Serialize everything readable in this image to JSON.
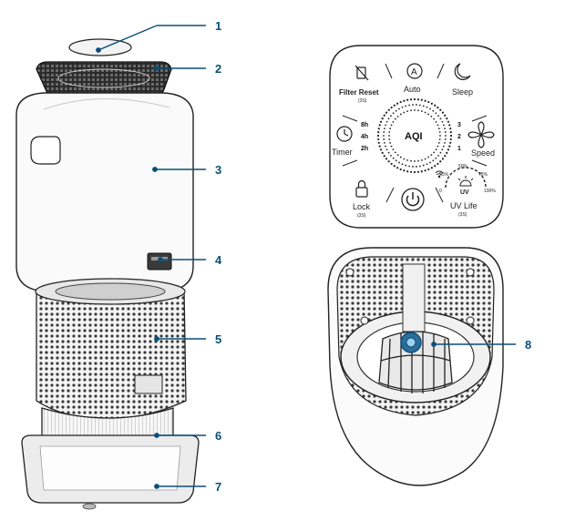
{
  "callouts": [
    "1",
    "2",
    "3",
    "4",
    "5",
    "6",
    "7",
    "8"
  ],
  "panel": {
    "filter_reset": "Filter Reset",
    "filter_reset_hold": "(3S)",
    "auto": "Auto",
    "sleep": "Sleep",
    "timer": "Timer",
    "timer_8h": "8h",
    "timer_4h": "4h",
    "timer_2h": "2h",
    "aqi": "AQI",
    "speed": "Speed",
    "speed_3": "3",
    "speed_2": "2",
    "speed_1": "1",
    "lock": "Lock",
    "lock_hold": "(3S)",
    "uv_life": "UV Life",
    "uv_life_hold": "(3S)",
    "uv_badge": "UV",
    "uv_0": "0",
    "uv_25": "25%",
    "uv_50": "50%",
    "uv_75": "75%",
    "uv_100": "100%"
  },
  "colors": {
    "callout": "#0a4f78",
    "line": "#0a4f78",
    "outline": "#222222"
  }
}
